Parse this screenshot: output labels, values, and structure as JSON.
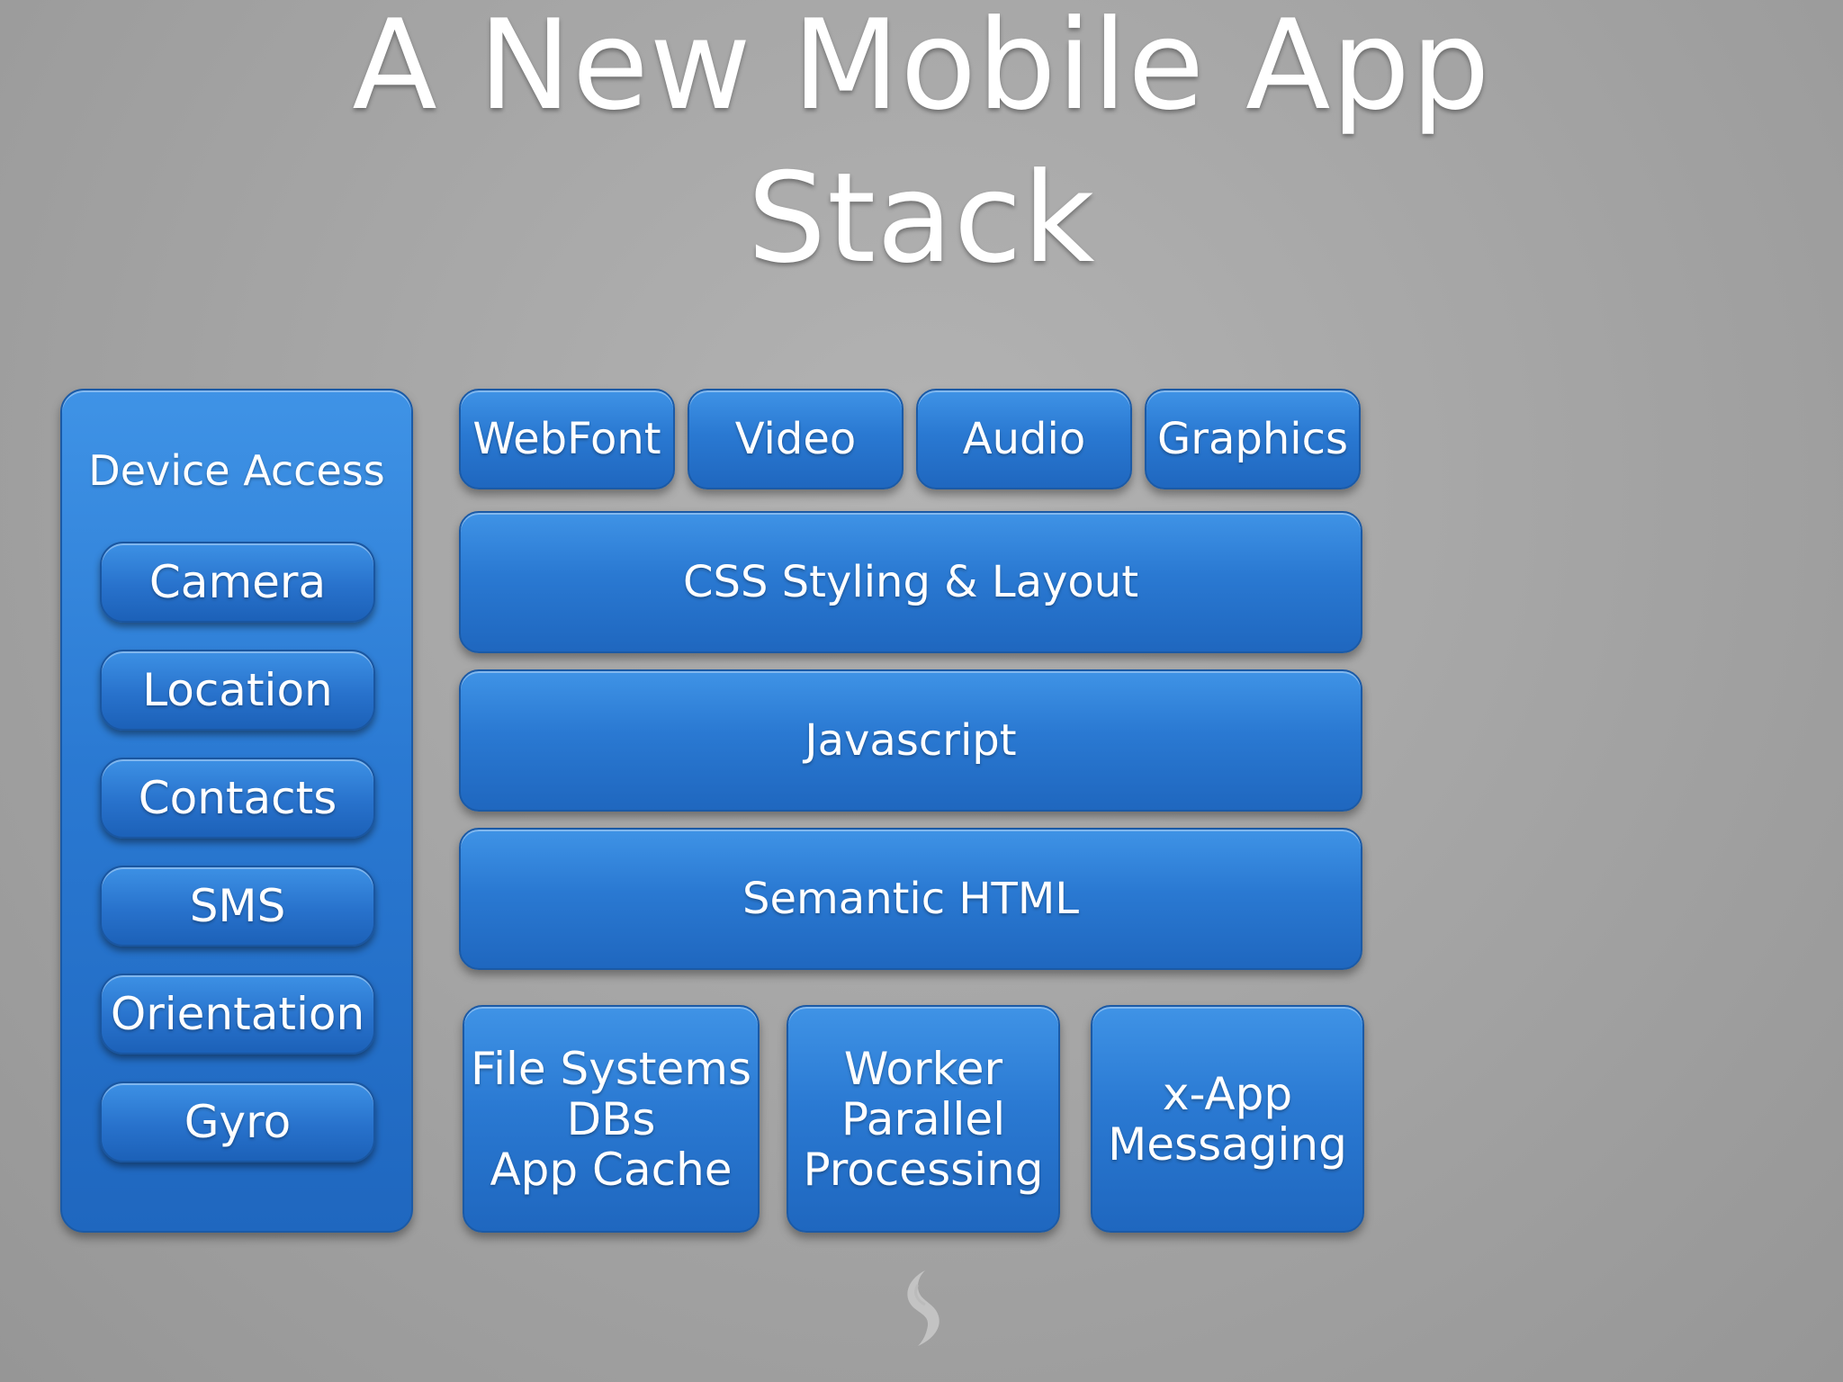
{
  "title": {
    "line1": "A New Mobile App",
    "line2": "Stack"
  },
  "device_access": {
    "title": "Device Access",
    "items": [
      "Camera",
      "Location",
      "Contacts",
      "SMS",
      "Orientation",
      "Gyro"
    ]
  },
  "top_row": [
    "WebFont",
    "Video",
    "Audio",
    "Graphics"
  ],
  "layers": [
    "CSS Styling & Layout",
    "Javascript",
    "Semantic HTML"
  ],
  "bottom_row": [
    "File Systems\nDBs\nApp Cache",
    "Worker\nParallel\nProcessing",
    "x-App\nMessaging"
  ],
  "colors": {
    "box_blue": "#2a79d2",
    "background_gray": "#a6a6a6",
    "text": "#ffffff"
  },
  "icons": {
    "footer_logo": "s-swirl-logo-icon"
  }
}
